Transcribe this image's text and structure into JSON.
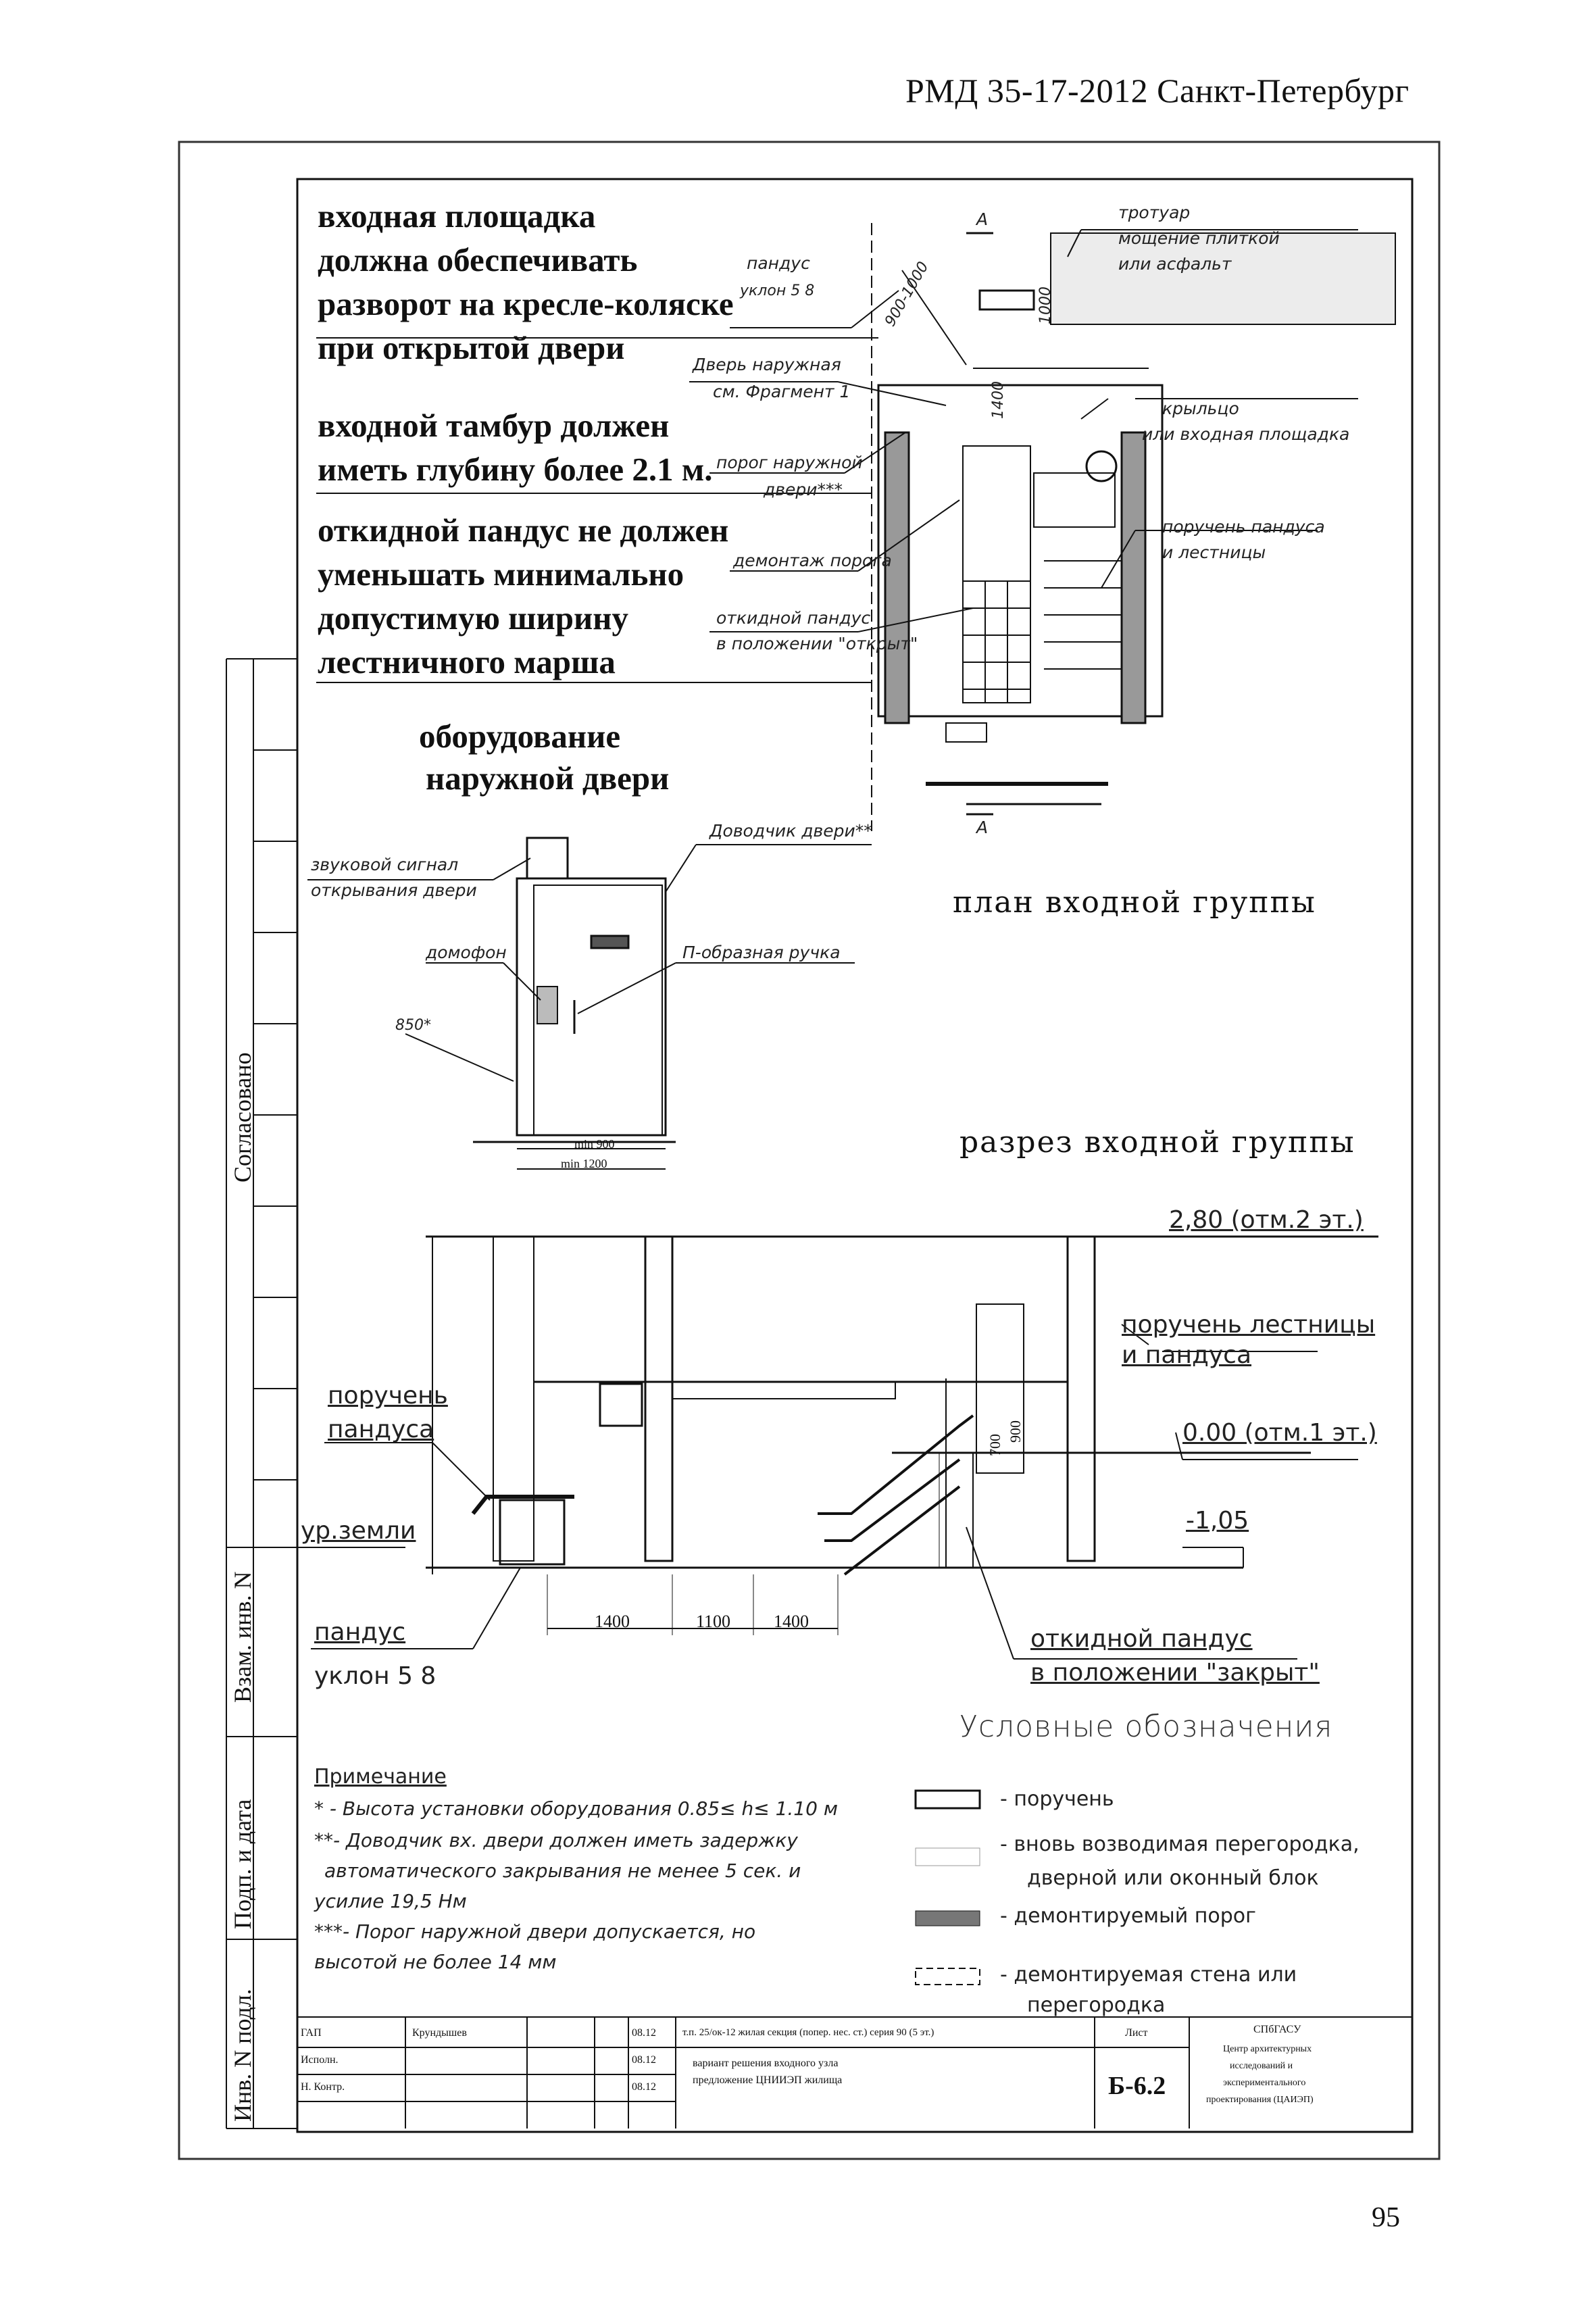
{
  "header": "РМД 35-17-2012 Санкт-Петербург",
  "page_number": "95",
  "requirements": [
    "входная площадка",
    "должна обеспечивать",
    "разворот на кресле-коляске",
    "при открытой двери",
    "входной тамбур должен",
    "иметь глубину более 2.1 м.",
    "откидной пандус не должен",
    "уменьшать минимально",
    "допустимую ширину",
    "лестничного марша"
  ],
  "door_heading": [
    "оборудование",
    "наружной двери"
  ],
  "plan": {
    "caption": "план входной группы",
    "section_mark_top": "А",
    "section_mark_bottom": "А",
    "ramp_label": "пандус",
    "ramp_slope": "уклон 5   8",
    "door_label_1": "Дверь наружная",
    "door_label_2": "см. Фрагмент 1",
    "threshold_label_1": "порог наружной",
    "threshold_label_2": "двери***",
    "threshold_removal": "демонтаж порога",
    "fold_ramp_1": "откидной пандус",
    "fold_ramp_2": "в положении \"открыт\"",
    "sidewalk_1": "тротуар",
    "sidewalk_2": "мощение плиткой",
    "sidewalk_3": "или асфальт",
    "porch_1": "крыльцо",
    "porch_2": "или входная площадка",
    "handrail_1": "поручень пандуса",
    "handrail_2": "и лестницы",
    "dim_a": "900-1000",
    "dim_b": "1000",
    "dim_c": "1400"
  },
  "door": {
    "sound_1": "звуковой сигнал",
    "sound_2": "открывания двери",
    "closer": "Доводчик двери**",
    "intercom": "домофон",
    "handle": "П-образная ручка",
    "height": "850*",
    "min_900": "min  900",
    "min_1200": "min  1200"
  },
  "section": {
    "caption": "разрез входной группы",
    "level_top": "2,80 (отм.2 эт.)",
    "handrail_stair_1": "поручень лестницы",
    "handrail_stair_2": "и пандуса",
    "level_zero": "0.00 (отм.1 эт.)",
    "level_minus": "-1,05",
    "handrail_ramp_1": "поручень",
    "handrail_ramp_2": "пандуса",
    "ground": "ур.земли",
    "ramp": "пандус",
    "slope": "уклон 5    8",
    "fold_ramp_1": "откидной пандус",
    "fold_ramp_2": "в положении \"закрыт\"",
    "dim_1": "1400",
    "dim_2": "1100",
    "dim_3": "1400",
    "dim_h1": "700",
    "dim_h2": "900"
  },
  "notes": {
    "title": "Примечание",
    "lines": [
      "* - Высота установки оборудования 0.85≤ h≤ 1.10 м",
      "**- Доводчик вх. двери должен иметь задержку",
      "автоматического закрывания не менее 5 сек. и",
      "усилие 19,5 Нм",
      "***- Порог наружной двери допускается, но",
      "высотой не более 14 мм"
    ]
  },
  "legend": {
    "title": "Условные обозначения",
    "items": [
      "- поручень",
      "- вновь возводимая перегородка,",
      "дверной или оконный блок",
      "- демонтируемый порог",
      "- демонтируемая стена или",
      "перегородка"
    ]
  },
  "side_stamp": {
    "agreed": "Согласовано",
    "vzam": "Взам. инв. N",
    "podp": "Подп. и дата",
    "inv": "Инв. N подл."
  },
  "title_block": {
    "r1c1": "ГАП",
    "r1c2": "Крундышев",
    "r1c3": "08.12",
    "r2c1": "Исполн.",
    "r2c3": "08.12",
    "r3c1": "Н. Контр.",
    "r3c3": "08.12",
    "project": "т.п. 25/ок-12 жилая секция (попер. нес. ст.) серия 90 (5 эт.)",
    "desc_1": "вариант решения входного узла",
    "desc_2": "предложение ЦНИИЭП жилища",
    "sheet_label": "Лист",
    "sheet": "Б-6.2",
    "org_1": "СПбГАСУ",
    "org_2": "Центр архитектурных",
    "org_3": "исследований и",
    "org_4": "экспериментального",
    "org_5": "проектирования (ЦАИЭП)"
  }
}
